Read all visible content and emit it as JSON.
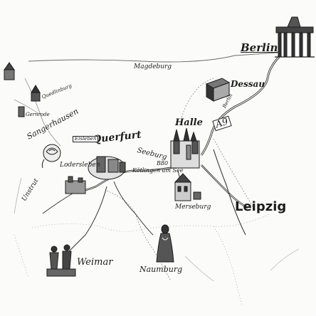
{
  "map": {
    "cities": {
      "berlin": "Berlin",
      "magdeburg": "Magdeburg",
      "dessau": "Dessau",
      "halle": "Halle",
      "leipzig": "Leipzig",
      "merseburg": "Merseburg",
      "naumburg": "Naumburg",
      "weimar": "Weimar",
      "querfurt": "Querfurt",
      "sangerhausen": "Sangerhausen",
      "eisleben": "Eisleben",
      "lodersleben": "Lodersleben",
      "seeburg": "Seeburg",
      "kotlingen": "Kötlingen am See",
      "quedlinburg": "Quedlinburg",
      "gernrode": "Gernrode",
      "unstrut": "Unstrut"
    },
    "roads": {
      "a9": "A9",
      "b80": "B80",
      "berlin_road": "Berlin"
    },
    "colors": {
      "ink": "#1c1c1c",
      "paper": "#fbfbfa",
      "pencil": "#7a7a7a"
    },
    "icons": [
      "brandenburg-gate-icon",
      "dessau-building-icon",
      "halle-church-icon",
      "merseburg-castle-icon",
      "querfurt-castle-icon",
      "rose-icon",
      "naumburg-statue-icon",
      "goethe-schiller-monument-icon",
      "quedlinburg-castle-icon"
    ]
  }
}
